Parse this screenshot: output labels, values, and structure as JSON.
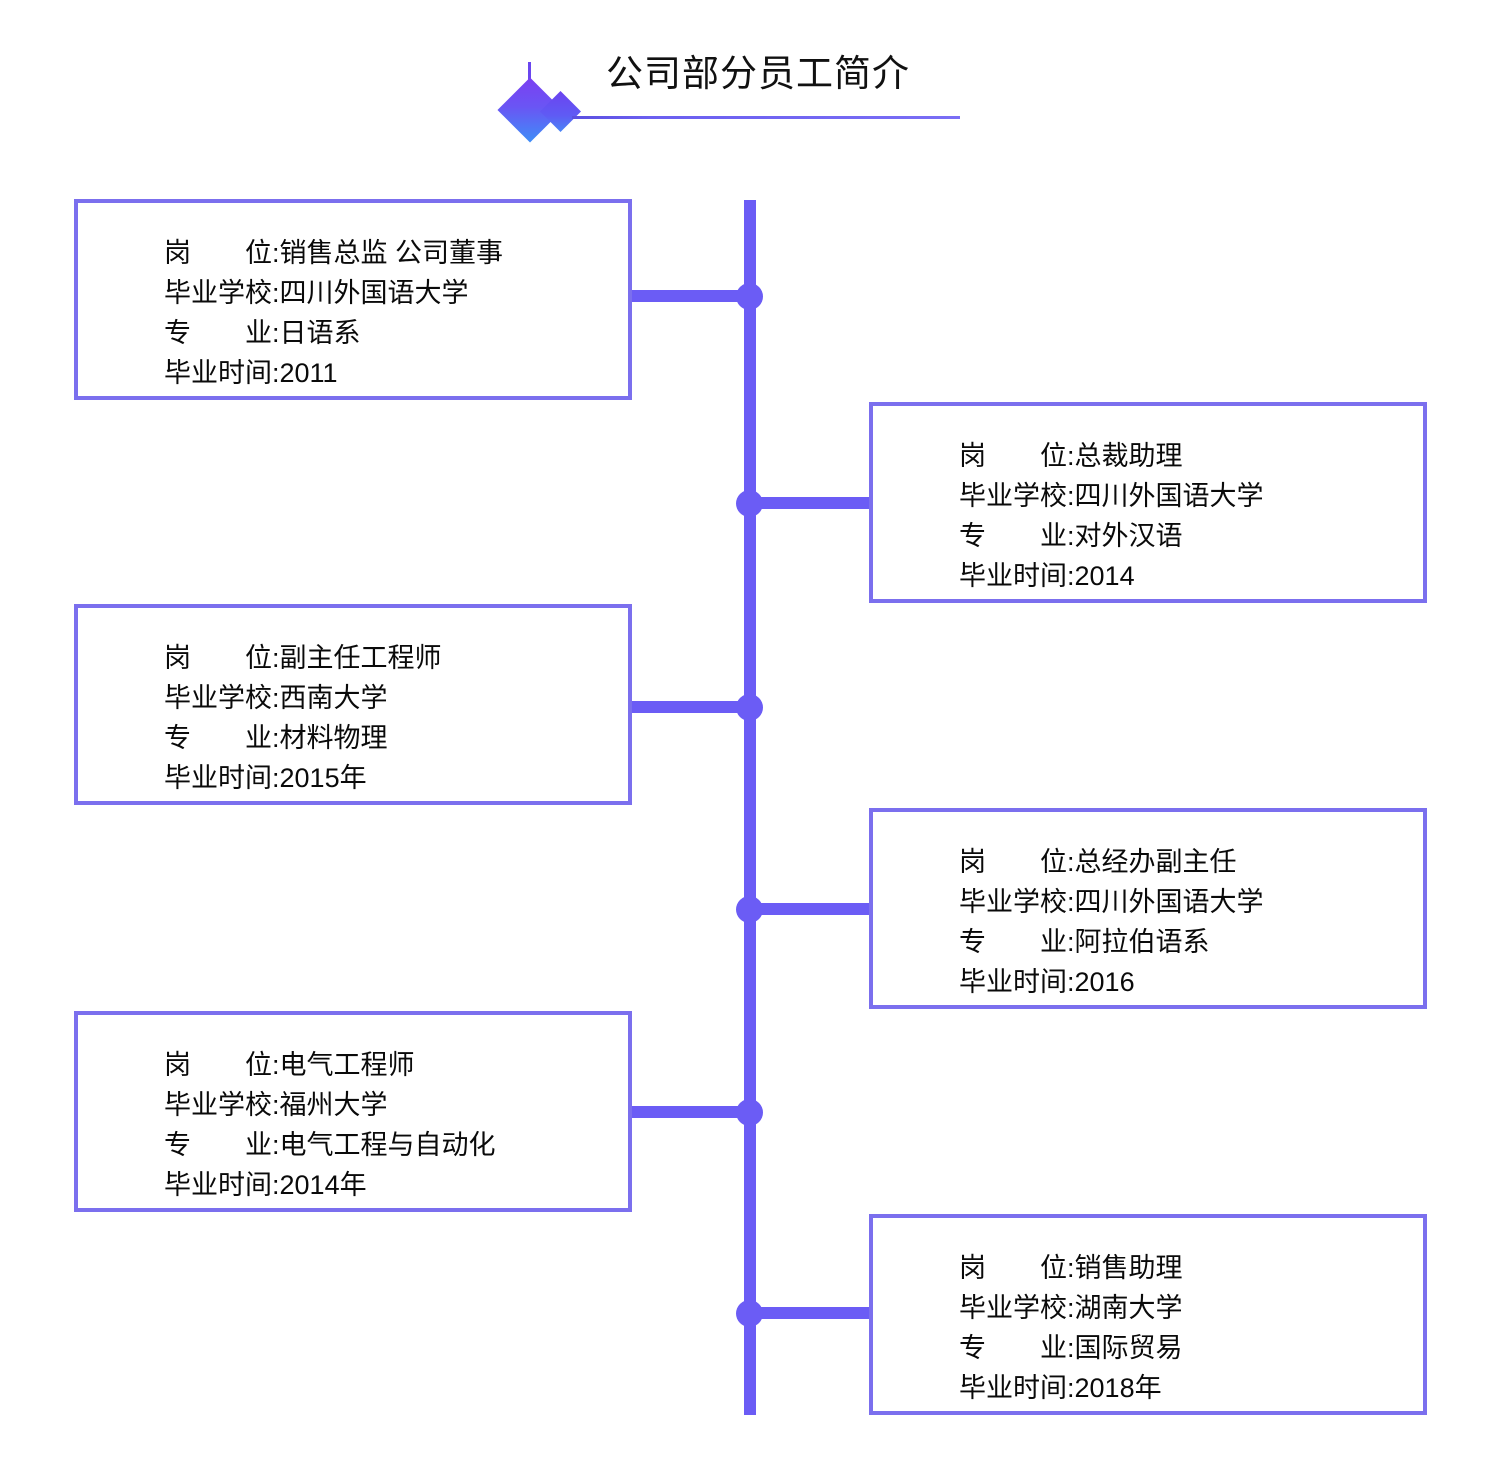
{
  "header": {
    "title": "公司部分员工简介",
    "accent_color": "#6b5cf5",
    "border_color": "#7b6fee",
    "diamond_large_icon": "diamond-gradient-large",
    "diamond_small_icon": "diamond-gradient-small"
  },
  "labels": {
    "position": "岗　　位:",
    "school": "毕业学校:",
    "major": "专　　业:",
    "grad_time": "毕业时间:"
  },
  "employees": [
    {
      "side": "left",
      "position": "销售总监 公司董事",
      "school": "四川外国语大学",
      "major": "日语系",
      "grad_time": "2011"
    },
    {
      "side": "right",
      "position": "总裁助理",
      "school": "四川外国语大学",
      "major": "对外汉语",
      "grad_time": "2014"
    },
    {
      "side": "left",
      "position": "副主任工程师",
      "school": "西南大学",
      "major": "材料物理",
      "grad_time": "2015年"
    },
    {
      "side": "right",
      "position": "总经办副主任",
      "school": "四川外国语大学",
      "major": "阿拉伯语系",
      "grad_time": "2016"
    },
    {
      "side": "left",
      "position": "电气工程师",
      "school": "福州大学",
      "major": "电气工程与自动化",
      "grad_time": "2014年"
    },
    {
      "side": "right",
      "position": "销售助理",
      "school": "湖南大学",
      "major": "国际贸易",
      "grad_time": "2018年"
    }
  ]
}
